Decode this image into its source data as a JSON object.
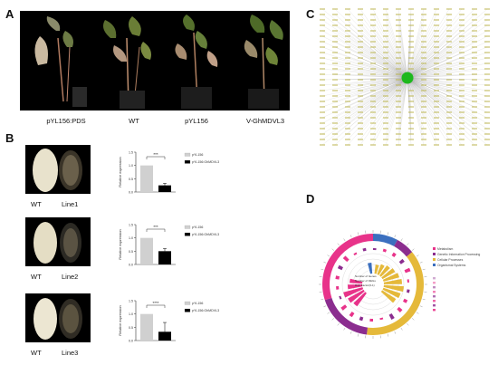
{
  "panels": {
    "A": {
      "label": "A",
      "captions": [
        "pYL156:PDS",
        "WT",
        "pYL156",
        "V-GhMDVL3"
      ]
    },
    "B": {
      "label": "B",
      "rows": [
        {
          "wt": "WT",
          "line": "Line1"
        },
        {
          "wt": "WT",
          "line": "Line2"
        },
        {
          "wt": "WT",
          "line": "Line3"
        }
      ]
    },
    "C": {
      "label": "C"
    },
    "D": {
      "label": "D",
      "legend": [
        "Metabolism",
        "Genetic Information Processing",
        "Cellular Processes",
        "Organismal Systems"
      ],
      "legend_colors": [
        "#e8338a",
        "#8b2d8f",
        "#e5b93a",
        "#3b6fbf"
      ],
      "inner_labels": [
        "Number of Genes",
        "Number of DEGs",
        "Rich Factor(0-1)"
      ]
    }
  },
  "chart_data": [
    {
      "type": "bar",
      "panel": "B-1",
      "categories": [
        "pYL156",
        "pYL156:GhMDVL3"
      ],
      "values": [
        1.0,
        0.25
      ],
      "errors": [
        0.0,
        0.08
      ],
      "ylabel": "Relative expression",
      "ylim": [
        0,
        1.5
      ],
      "yticks": [
        "0.0",
        "0.5",
        "1.0",
        "1.5"
      ],
      "significance": "***",
      "legend": [
        "pYL156",
        "pYL156:GhMDVL3"
      ],
      "colors": [
        "#d0d0d0",
        "#000000"
      ]
    },
    {
      "type": "bar",
      "panel": "B-2",
      "categories": [
        "pYL156",
        "pYL156:GhMDVL3"
      ],
      "values": [
        1.0,
        0.5
      ],
      "errors": [
        0.0,
        0.1
      ],
      "ylabel": "Relative expression",
      "ylim": [
        0,
        1.5
      ],
      "yticks": [
        "0.0",
        "0.5",
        "1.0",
        "1.5"
      ],
      "significance": "***",
      "legend": [
        "pYL156",
        "pYL156:GhMDVL3"
      ],
      "colors": [
        "#d0d0d0",
        "#000000"
      ]
    },
    {
      "type": "bar",
      "panel": "B-3",
      "categories": [
        "pYL156",
        "pYL156:GhMDVL3"
      ],
      "values": [
        1.0,
        0.33
      ],
      "errors": [
        0.0,
        0.35
      ],
      "ylabel": "Relative expression",
      "ylim": [
        0,
        1.5
      ],
      "yticks": [
        "0.0",
        "0.5",
        "1.0",
        "1.5"
      ],
      "significance": "****",
      "legend": [
        "pYL156",
        "pYL156:GhMDVL3"
      ],
      "colors": [
        "#d0d0d0",
        "#000000"
      ]
    }
  ]
}
